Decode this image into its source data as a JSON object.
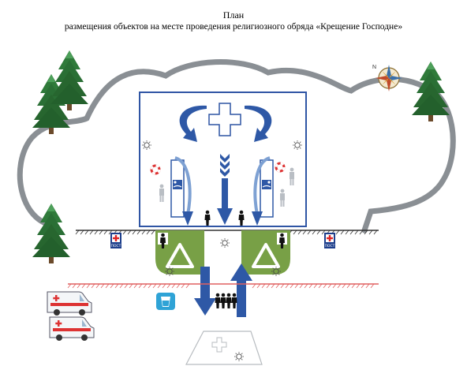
{
  "title": {
    "line1": "План",
    "line2": "размещения объектов на месте проведения религиозного обряда «Крещение Господне»"
  },
  "compass": {
    "north_label": "N"
  },
  "posts": {
    "label": "ПОСТ"
  },
  "icons": {
    "tree": "fir-tree-icon",
    "compass": "compass-rose-icon",
    "cross": "cross-icon",
    "sun": "sun-icon",
    "lifebuoy": "lifebuoy-icon",
    "swimmer": "swimmer-sign-icon",
    "rescuer": "rescuer-figure-icon",
    "person": "person-icon",
    "tent": "tent-icon",
    "toilet": "toilet-icon",
    "medical_post": "medical-post-icon",
    "water": "drinking-water-icon",
    "ambulance": "ambulance-icon",
    "crowd": "crowd-icon"
  },
  "colors": {
    "path": "#8a8f94",
    "frame": "#2f55a4",
    "arrow": "#2e58a6",
    "arrow_light": "#7ea1d3",
    "tent": "#78a046",
    "barrier_red": "#e06060",
    "tree": "#2f7a3a"
  }
}
